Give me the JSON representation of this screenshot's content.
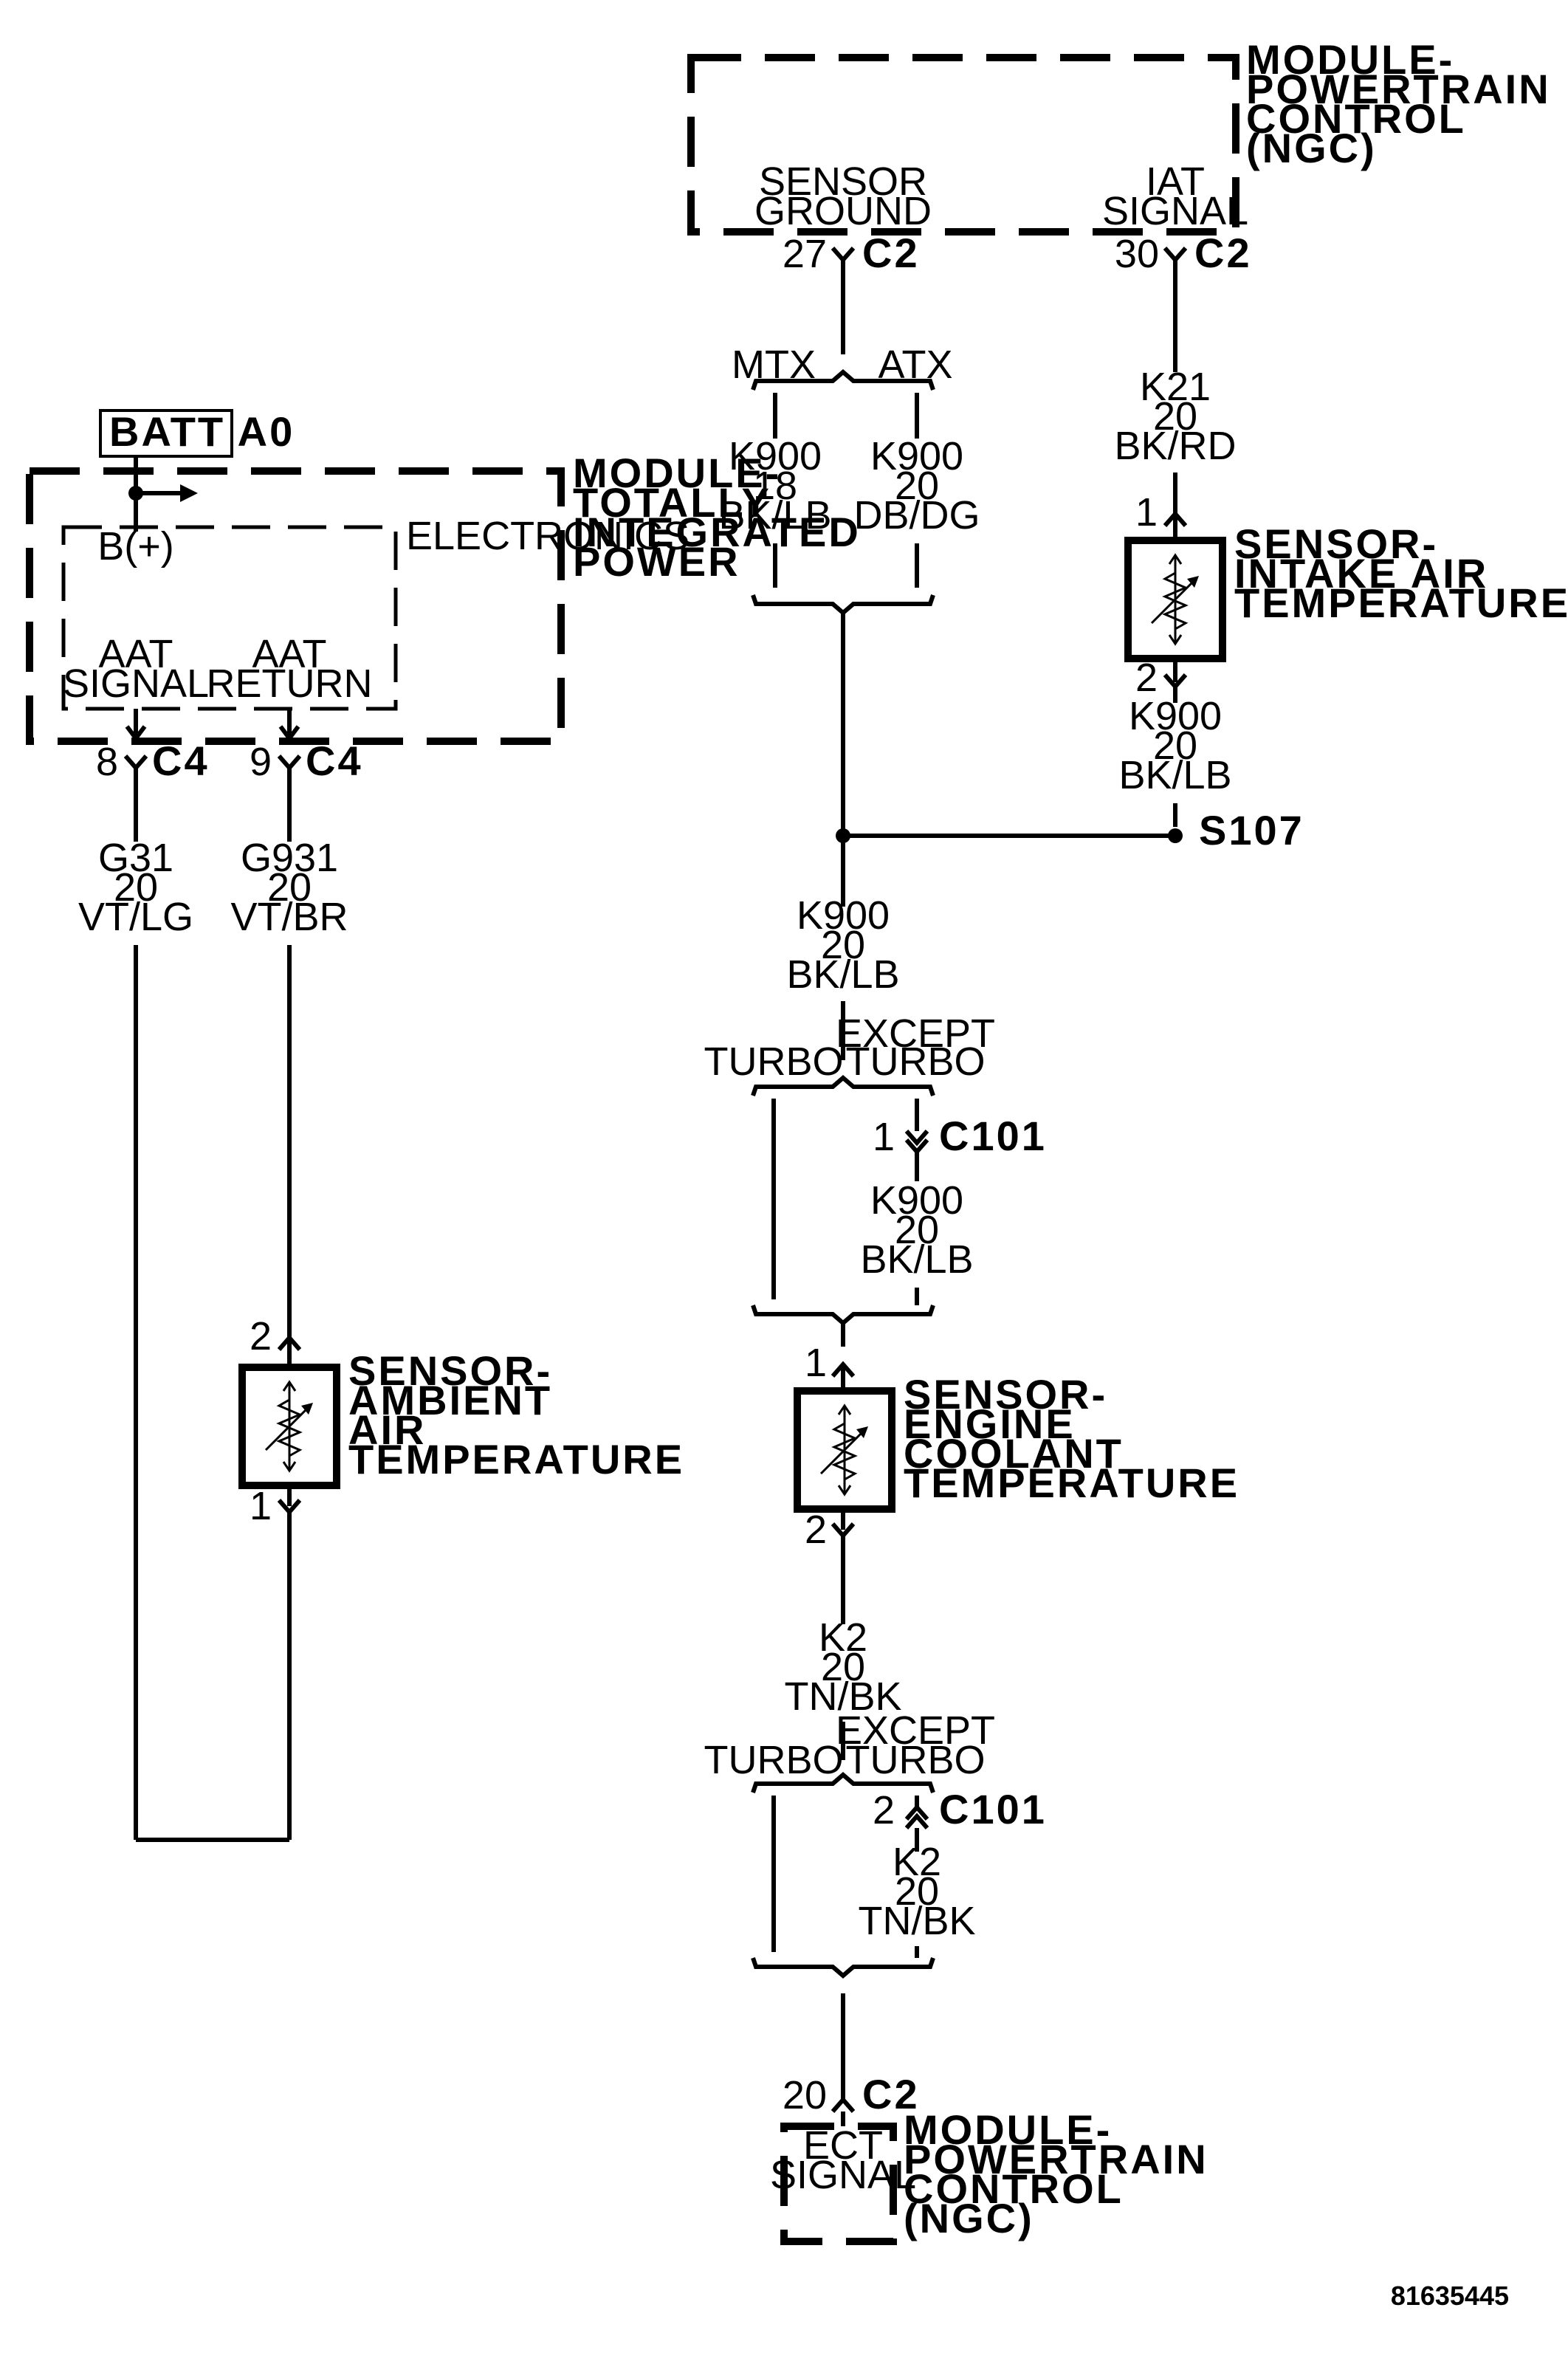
{
  "modules": {
    "pcm_top": {
      "lines": [
        "MODULE-",
        "POWERTRAIN",
        "CONTROL",
        "(NGC)"
      ],
      "pin1": [
        "SENSOR",
        "GROUND"
      ],
      "pin2": [
        "IAT",
        "SIGNAL"
      ]
    },
    "tipm": {
      "lines": [
        "MODULE-",
        "TOTALLY",
        "INTEGRATED",
        "POWER"
      ],
      "electronics": "ELECTRONICS",
      "bplus": "B(+)",
      "pin1": [
        "AAT",
        "SIGNAL"
      ],
      "pin2": [
        "AAT",
        "RETURN"
      ]
    },
    "pcm_bottom": {
      "lines": [
        "MODULE-",
        "POWERTRAIN",
        "CONTROL",
        "(NGC)"
      ],
      "pin": [
        "ECT",
        "SIGNAL"
      ]
    }
  },
  "batt_label": "BATT A0",
  "connectors": {
    "pcm_c2_27": {
      "pin": "27",
      "name": "C2"
    },
    "pcm_c2_30": {
      "pin": "30",
      "name": "C2"
    },
    "tipm_c4_8": {
      "pin": "8",
      "name": "C4"
    },
    "tipm_c4_9": {
      "pin": "9",
      "name": "C4"
    },
    "c101_1": {
      "pin": "1",
      "name": "C101"
    },
    "c101_2": {
      "pin": "2",
      "name": "C101"
    },
    "pcm_c2_20": {
      "pin": "20",
      "name": "C2"
    }
  },
  "splice": "S107",
  "wires": {
    "k900_mtx": [
      "K900",
      "18",
      "BK/LB"
    ],
    "k900_atx": [
      "K900",
      "20",
      "DB/DG"
    ],
    "k21": [
      "K21",
      "20",
      "BK/RD"
    ],
    "k900_iat": [
      "K900",
      "20",
      "BK/LB"
    ],
    "k900_main": [
      "K900",
      "20",
      "BK/LB"
    ],
    "k900_except": [
      "K900",
      "20",
      "BK/LB"
    ],
    "g31": [
      "G31",
      "20",
      "VT/LG"
    ],
    "g931": [
      "G931",
      "20",
      "VT/BR"
    ],
    "k2_main": [
      "K2",
      "20",
      "TN/BK"
    ],
    "k2_except": [
      "K2",
      "20",
      "TN/BK"
    ]
  },
  "options": {
    "mtx": "MTX",
    "atx": "ATX",
    "turbo": "TURBO",
    "except_turbo": [
      "EXCEPT",
      "TURBO"
    ]
  },
  "sensors": {
    "iat": {
      "lines": [
        "SENSOR-",
        "INTAKE AIR",
        "TEMPERATURE"
      ],
      "pin_top": "1",
      "pin_bottom": "2"
    },
    "aat": {
      "lines": [
        "SENSOR-",
        "AMBIENT",
        "AIR",
        "TEMPERATURE"
      ],
      "pin_top": "2",
      "pin_bottom": "1"
    },
    "ect": {
      "lines": [
        "SENSOR-",
        "ENGINE",
        "COOLANT",
        "TEMPERATURE"
      ],
      "pin_top": "1",
      "pin_bottom": "2"
    }
  },
  "figure_id": "81635445"
}
